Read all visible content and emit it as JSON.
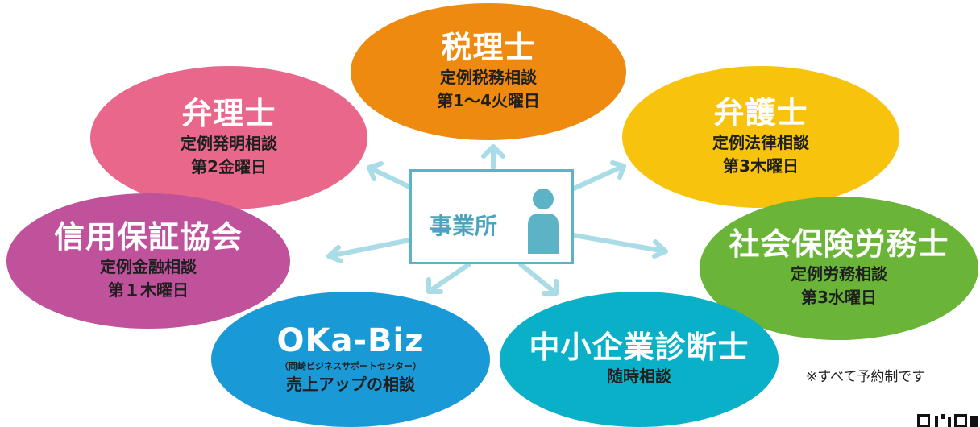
{
  "center": {
    "label": "事業所"
  },
  "nodes": {
    "zeirishi": {
      "title": "税理士",
      "line1": "定例税務相談",
      "line2": "第1～4火曜日",
      "color": "#ee8a10"
    },
    "benrishi": {
      "title": "弁理士",
      "line1": "定例発明相談",
      "line2": "第2金曜日",
      "color": "#e8678a"
    },
    "bengoshi": {
      "title": "弁護士",
      "line1": "定例法律相談",
      "line2": "第3木曜日",
      "color": "#f8c30c"
    },
    "shinyo": {
      "title": "信用保証協会",
      "line1": "定例金融相談",
      "line2": "第１木曜日",
      "color": "#c0529c"
    },
    "sharoushi": {
      "title": "社会保険労務士",
      "line1": "定例労務相談",
      "line2": "第3水曜日",
      "color": "#6ab538"
    },
    "okabiz": {
      "title": "OKa-Biz",
      "sub": "（岡崎ビジネスサポートセンター）",
      "line1": "売上アップの相談",
      "color": "#199ad6"
    },
    "chusho": {
      "title": "中小企業診断士",
      "line1": "随時相談",
      "color": "#0ab0c8"
    }
  },
  "note": "※すべて予約制です"
}
